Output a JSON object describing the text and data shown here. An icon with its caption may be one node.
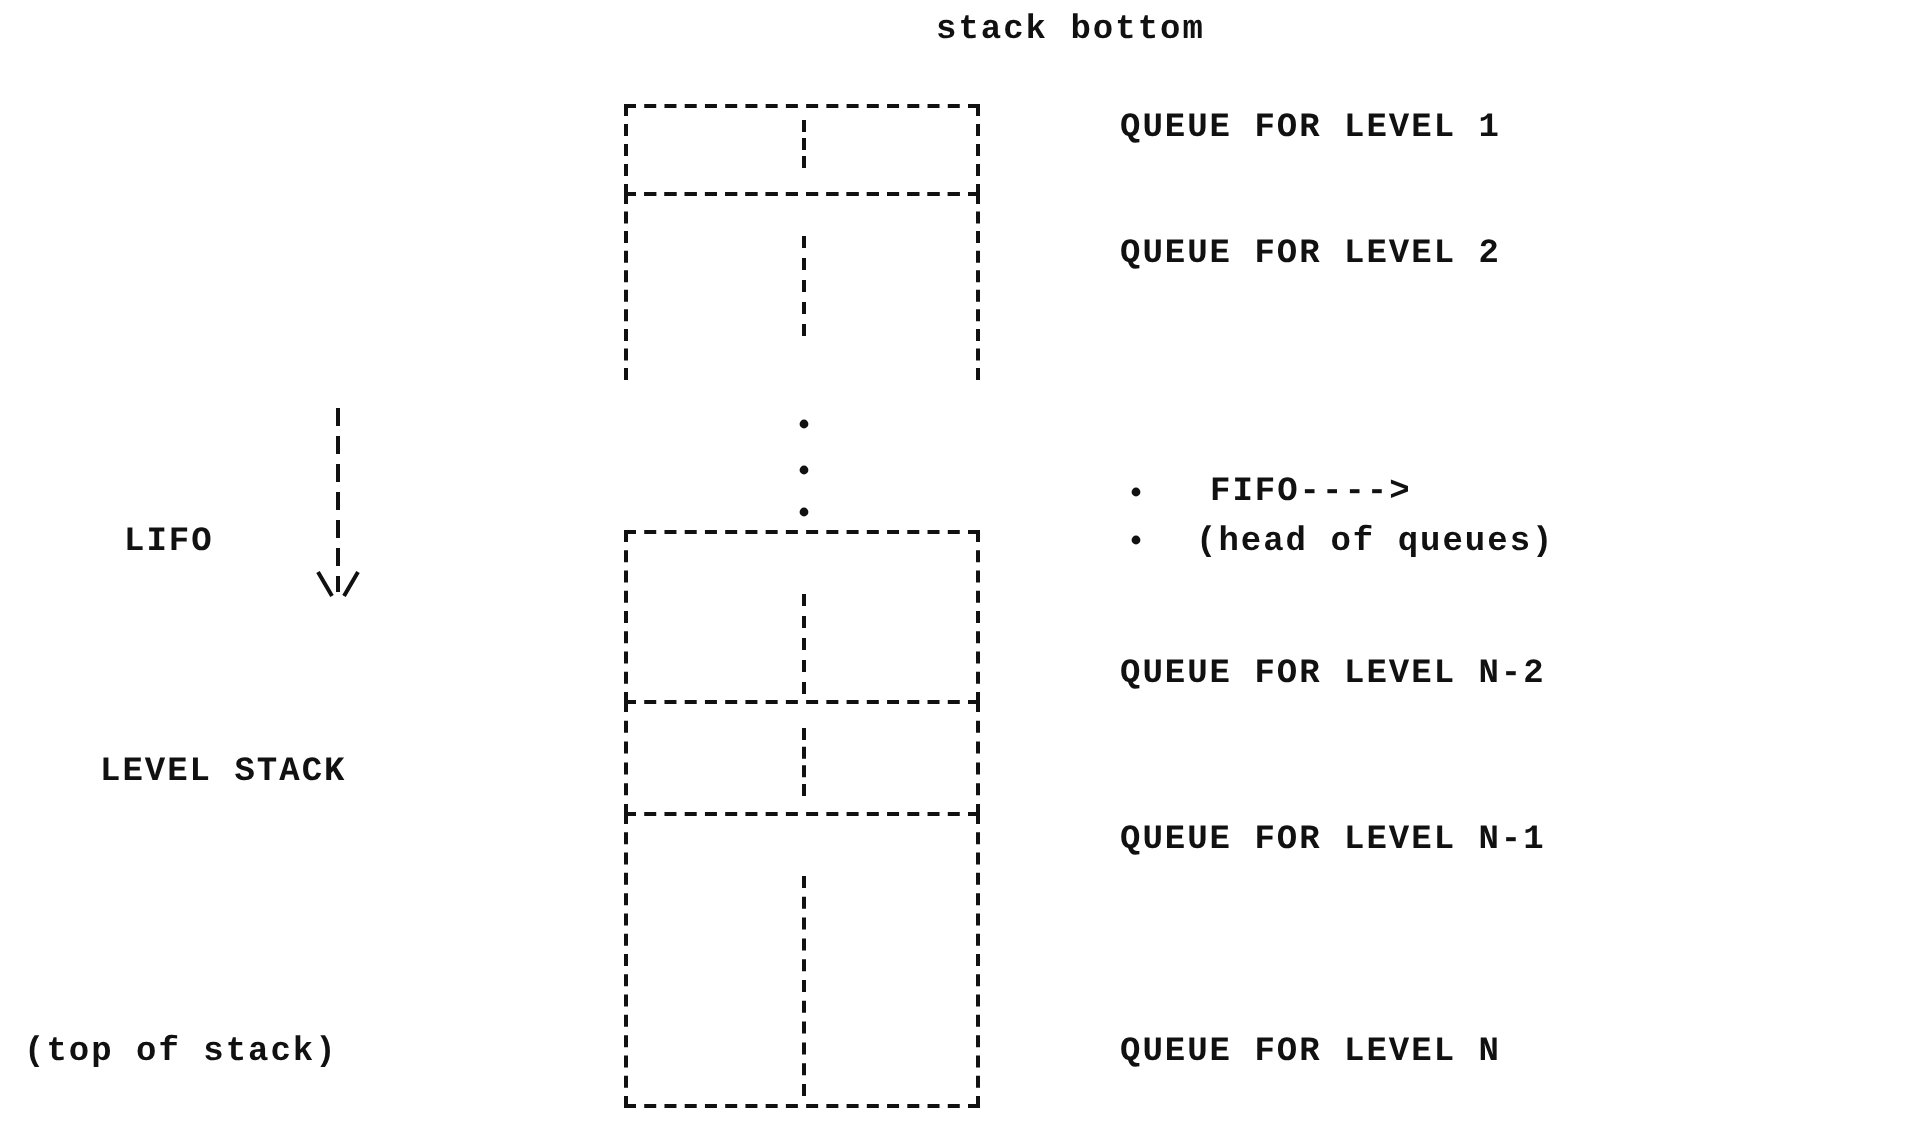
{
  "diagram": {
    "nodes": [
      {
        "text": [],
        "shape": "box"
      },
      {
        "text": [],
        "shape": "box"
      },
      {
        "text": [],
        "shape": "box"
      },
      {
        "text": [],
        "shape": "box"
      },
      {
        "text": [],
        "shape": "box"
      }
    ],
    "edges": [],
    "labels": [
      "stack bottom",
      "QUEUE FOR LEVEL 1",
      "QUEUE FOR LEVEL 2",
      "FIFO---->",
      "LIFO",
      "(head of queues)",
      "QUEUE FOR LEVEL N-2",
      "LEVEL STACK",
      "QUEUE FOR LEVEL N-1",
      "(top of stack)",
      "QUEUE FOR LEVEL N"
    ]
  }
}
